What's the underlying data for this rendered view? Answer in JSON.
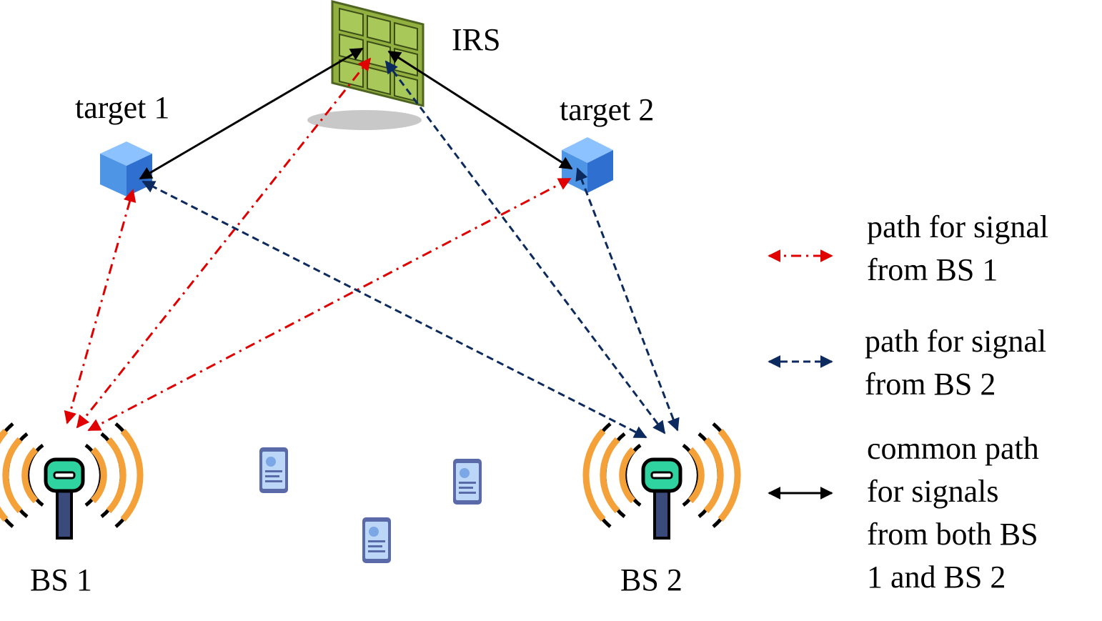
{
  "labels": {
    "irs": "IRS",
    "target1": "target 1",
    "target2": "target 2",
    "bs1": "BS 1",
    "bs2": "BS 2"
  },
  "legend": {
    "bs1_path": [
      "path for signal",
      "from BS 1"
    ],
    "bs2_path": [
      "path for signal",
      "from BS 2"
    ],
    "common_path": [
      "common path",
      "for signals",
      "from both BS",
      "1 and BS 2"
    ]
  },
  "colors": {
    "bs1_path": "#e00000",
    "bs2_path": "#0d2a5e",
    "common_path": "#000000",
    "irs_panel": "#92b040",
    "cube": "#4a8fe0",
    "antenna_arc": "#f4a13a",
    "antenna_head": "#2ed3a0"
  },
  "icons": {
    "base_station": "antenna-tower-icon",
    "target": "cube-icon",
    "irs": "reflecting-surface-icon",
    "user_device": "smartphone-icon"
  }
}
